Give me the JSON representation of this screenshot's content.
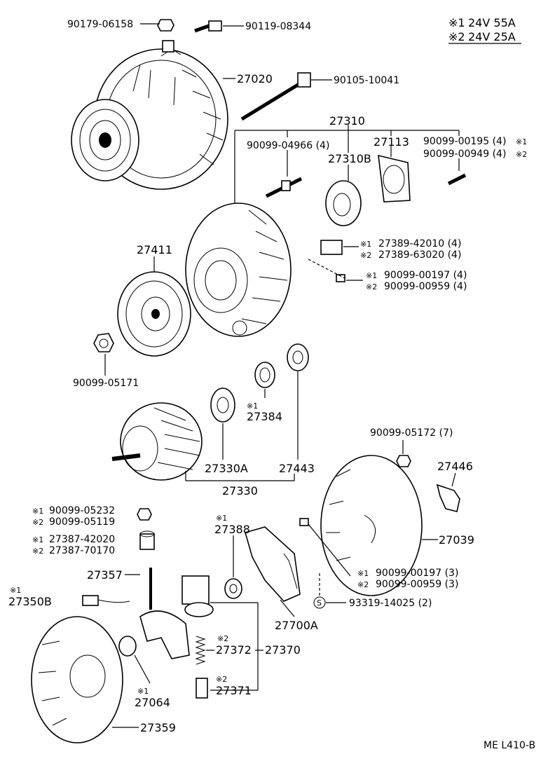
{
  "legend": {
    "line1_mark": "※1",
    "line1_text": "24V 55A",
    "line2_mark": "※2",
    "line2_text": "24V 25A"
  },
  "footer_code": "ME L410-B",
  "callouts": {
    "c90179_06158": "90179-06158",
    "c90119_08344": "90119-08344",
    "c27020": "27020",
    "c90105_10041": "90105-10041",
    "c27310": "27310",
    "c90099_04966": "90099-04966 (4)",
    "c27113": "27113",
    "c90099_00195": "90099-00195 (4)",
    "c90099_00195_mark": "※1",
    "c90099_00949": "90099-00949 (4)",
    "c90099_00949_mark": "※2",
    "c27310B": "27310B",
    "c27411": "27411",
    "c27389_42010_mark": "※1",
    "c27389_42010": "27389-42010 (4)",
    "c27389_63020_mark": "※2",
    "c27389_63020": "27389-63020 (4)",
    "c90099_00197a_mark": "※1",
    "c90099_00197a": "90099-00197 (4)",
    "c90099_00959a_mark": "※2",
    "c90099_00959a": "90099-00959 (4)",
    "c90099_05171": "90099-05171",
    "c27384_mark": "※1",
    "c27384": "27384",
    "c90099_05172": "90099-05172 (7)",
    "c27446": "27446",
    "c27330A": "27330A",
    "c27443": "27443",
    "c27330": "27330",
    "c90099_05232_mark": "※1",
    "c90099_05232": "90099-05232",
    "c90099_05119_mark": "※2",
    "c90099_05119": "90099-05119",
    "c27388_mark": "※1",
    "c27388": "27388",
    "c27387_42020_mark": "※1",
    "c27387_42020": "27387-42020",
    "c27387_70170_mark": "※2",
    "c27387_70170": "27387-70170",
    "c27039": "27039",
    "c27357": "27357",
    "c90099_00197b_mark": "※1",
    "c90099_00197b": "90099-00197 (3)",
    "c90099_00959b_mark": "※2",
    "c90099_00959b": "90099-00959 (3)",
    "c27350B_mark": "※1",
    "c27350B": "27350B",
    "c93319_s": "S",
    "c93319_14025": "93319-14025 (2)",
    "c27700A": "27700A",
    "c27372_mark": "※2",
    "c27372": "27372",
    "c27370": "27370",
    "c27371_mark": "※2",
    "c27371": "27371",
    "c27064_mark": "※1",
    "c27064": "27064",
    "c27359": "27359"
  }
}
